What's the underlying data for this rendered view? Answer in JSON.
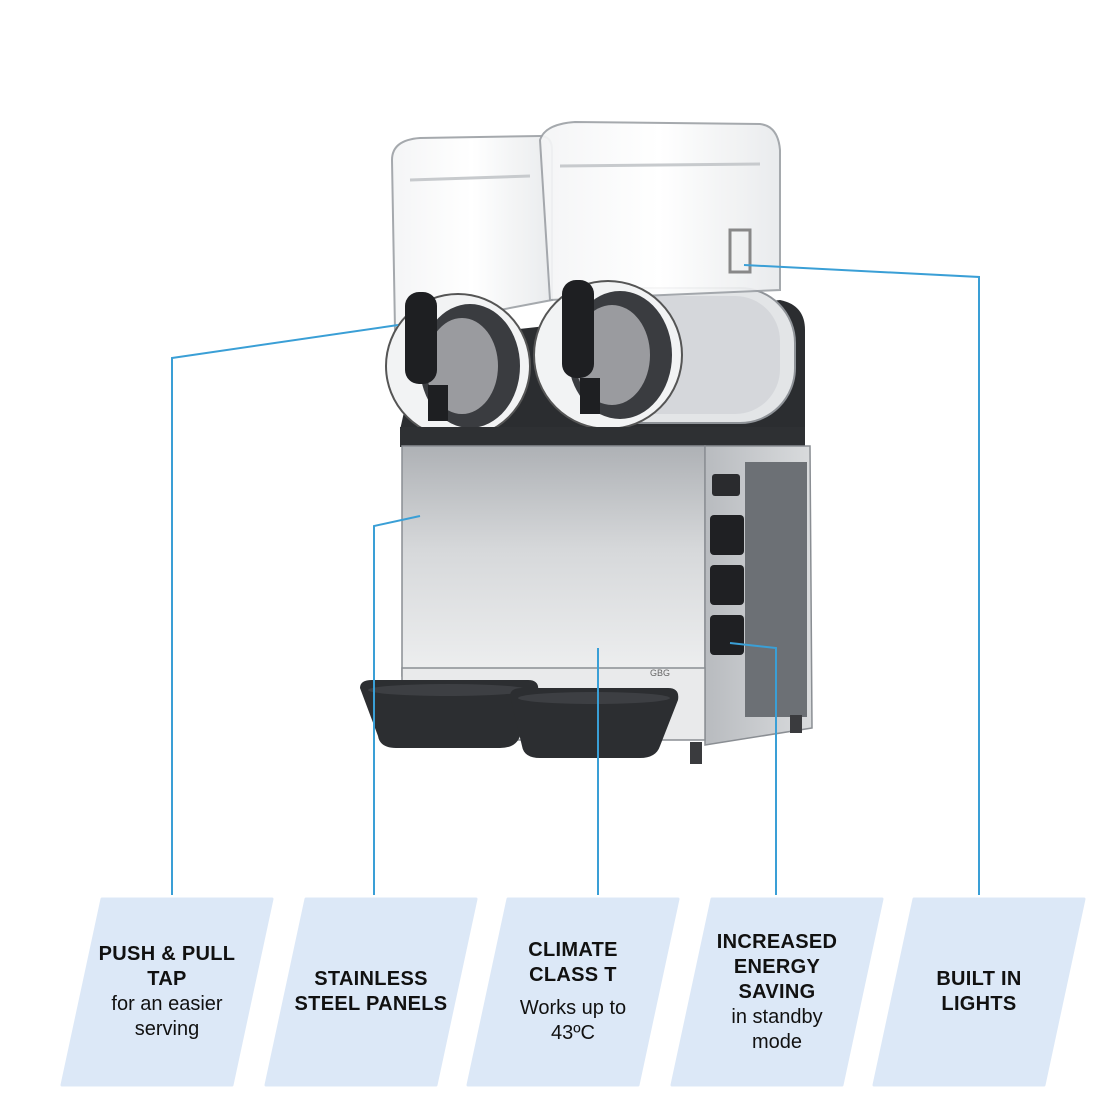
{
  "features": [
    {
      "title": "PUSH & PULL\nTAP",
      "subtitle": "for an easier\nserving"
    },
    {
      "title": "STAINLESS\nSTEEL PANELS",
      "subtitle": ""
    },
    {
      "title": "CLIMATE\nCLASS T",
      "subtitle": "Works up to\n43ºC"
    },
    {
      "title": "INCREASED\nENERGY\nSAVING",
      "subtitle": "in standby\nmode"
    },
    {
      "title": "BUILT IN\nLIGHTS",
      "subtitle": ""
    }
  ],
  "machine": {
    "brand_mark": "GBG"
  },
  "colors": {
    "callout_line": "#3a9fd6",
    "card_fill": "#dce8f7",
    "panel_steel": "#c9cbce",
    "plastic_dark": "#2b2d30"
  }
}
